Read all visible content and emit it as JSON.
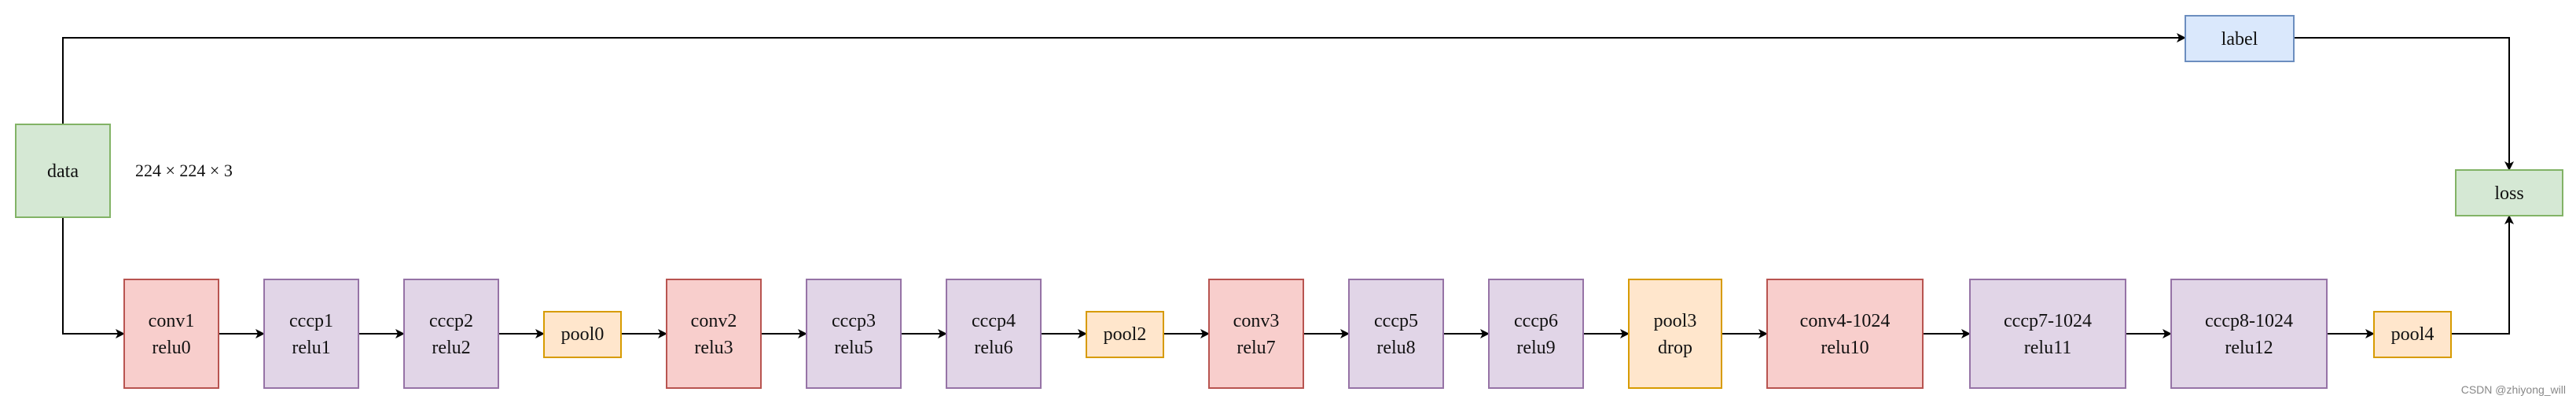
{
  "colors": {
    "red_fill": "#f8cecc",
    "red_stroke": "#b85450",
    "purple_fill": "#e1d5e7",
    "purple_stroke": "#9673a6",
    "orange_fill": "#ffe6cc",
    "orange_stroke": "#d79b00",
    "green_fill": "#d5e8d4",
    "green_stroke": "#82b366",
    "blue_fill": "#dae8fc",
    "blue_stroke": "#6c8ebf",
    "edge": "#000000"
  },
  "data_node": {
    "label": "data",
    "color": "green"
  },
  "input_dims": "224 × 224 × 3",
  "label_node": {
    "label": "label",
    "color": "blue"
  },
  "loss_node": {
    "label": "loss",
    "color": "green"
  },
  "pipeline": [
    {
      "id": "conv1",
      "lines": [
        "conv1",
        "relu0"
      ],
      "color": "red"
    },
    {
      "id": "cccp1",
      "lines": [
        "cccp1",
        "relu1"
      ],
      "color": "purple"
    },
    {
      "id": "cccp2",
      "lines": [
        "cccp2",
        "relu2"
      ],
      "color": "purple"
    },
    {
      "id": "pool0",
      "lines": [
        "pool0"
      ],
      "color": "orange"
    },
    {
      "id": "conv2",
      "lines": [
        "conv2",
        "relu3"
      ],
      "color": "red"
    },
    {
      "id": "cccp3",
      "lines": [
        "cccp3",
        "relu5"
      ],
      "color": "purple"
    },
    {
      "id": "cccp4",
      "lines": [
        "cccp4",
        "relu6"
      ],
      "color": "purple"
    },
    {
      "id": "pool2",
      "lines": [
        "pool2"
      ],
      "color": "orange"
    },
    {
      "id": "conv3",
      "lines": [
        "conv3",
        "relu7"
      ],
      "color": "red"
    },
    {
      "id": "cccp5",
      "lines": [
        "cccp5",
        "relu8"
      ],
      "color": "purple"
    },
    {
      "id": "cccp6",
      "lines": [
        "cccp6",
        "relu9"
      ],
      "color": "purple"
    },
    {
      "id": "pool3",
      "lines": [
        "pool3",
        "drop"
      ],
      "color": "orange"
    },
    {
      "id": "conv4-1024",
      "lines": [
        "conv4-1024",
        "relu10"
      ],
      "color": "red"
    },
    {
      "id": "cccp7-1024",
      "lines": [
        "cccp7-1024",
        "relu11"
      ],
      "color": "purple"
    },
    {
      "id": "cccp8-1024",
      "lines": [
        "cccp8-1024",
        "relu12"
      ],
      "color": "purple"
    },
    {
      "id": "pool4",
      "lines": [
        "pool4"
      ],
      "color": "orange"
    }
  ],
  "watermark": "CSDN @zhiyong_will"
}
